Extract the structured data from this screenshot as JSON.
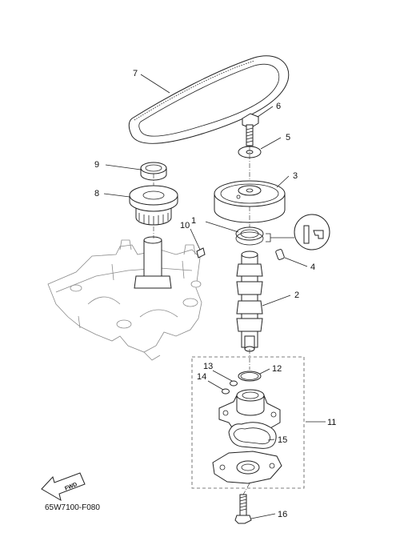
{
  "diagram_code": "65W7100-F080",
  "fwd_label": "FWD",
  "parts": [
    {
      "number": "1"
    },
    {
      "number": "2"
    },
    {
      "number": "3"
    },
    {
      "number": "4"
    },
    {
      "number": "5"
    },
    {
      "number": "6"
    },
    {
      "number": "7"
    },
    {
      "number": "8"
    },
    {
      "number": "9"
    },
    {
      "number": "10"
    },
    {
      "number": "11"
    },
    {
      "number": "12"
    },
    {
      "number": "13"
    },
    {
      "number": "14"
    },
    {
      "number": "15"
    },
    {
      "number": "16"
    }
  ]
}
